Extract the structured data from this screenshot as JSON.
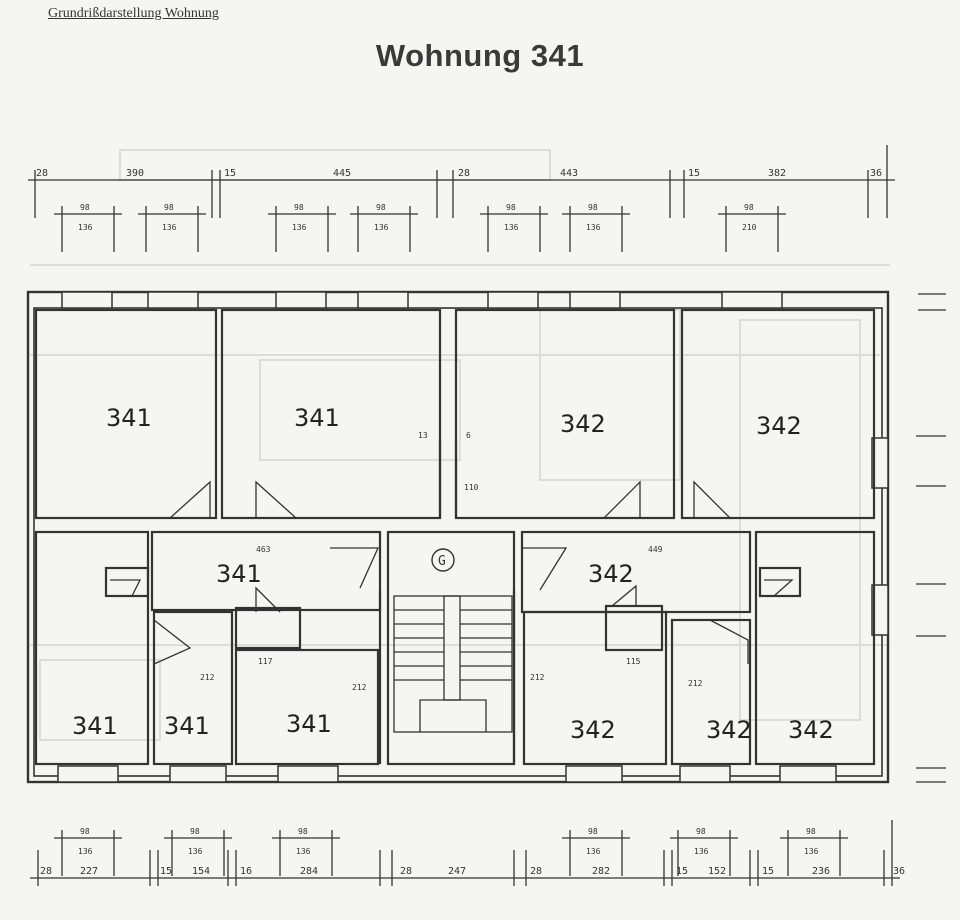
{
  "header": {
    "label": "Grundrißdarstellung Wohnung"
  },
  "title": "Wohnung 341",
  "top_dimensions": {
    "segments": [
      "28",
      "390",
      "15",
      "445",
      "28",
      "443",
      "15",
      "382",
      "36"
    ],
    "windows": [
      {
        "w": "98",
        "h": "136"
      },
      {
        "w": "98",
        "h": "136"
      },
      {
        "w": "98",
        "h": "136"
      },
      {
        "w": "98",
        "h": "136"
      },
      {
        "w": "98",
        "h": "136"
      },
      {
        "w": "98",
        "h": "136"
      },
      {
        "w": "98",
        "h": "210"
      }
    ]
  },
  "bottom_dimensions": {
    "segments": [
      "28",
      "227",
      "15",
      "154",
      "16",
      "284",
      "28",
      "247",
      "28",
      "282",
      "15",
      "152",
      "15",
      "236",
      "36"
    ],
    "windows": [
      {
        "w": "98",
        "h": "136"
      },
      {
        "w": "98",
        "h": "136"
      },
      {
        "w": "98",
        "h": "136"
      },
      {
        "w": "98",
        "h": "136"
      },
      {
        "w": "98",
        "h": "136"
      },
      {
        "w": "98",
        "h": "136"
      }
    ]
  },
  "rooms": [
    {
      "label": "341"
    },
    {
      "label": "341"
    },
    {
      "label": "342"
    },
    {
      "label": "342"
    },
    {
      "label": "341"
    },
    {
      "label": "341"
    },
    {
      "label": "341"
    },
    {
      "label": "341"
    },
    {
      "label": "342"
    },
    {
      "label": "342"
    },
    {
      "label": "342"
    },
    {
      "label": "342"
    }
  ],
  "inner_dimensions": {
    "hall_left": "463",
    "hall_right": "449",
    "stair_symbol": "G",
    "d1": "110",
    "d2": "13",
    "d3": "6",
    "d4": "212",
    "d5": "212",
    "d6": "212",
    "d7": "212",
    "d8": "117",
    "d9": "115"
  },
  "colors": {
    "line": "#333333",
    "paper": "#f5f5f4",
    "ghost": "#d9d9d9"
  }
}
